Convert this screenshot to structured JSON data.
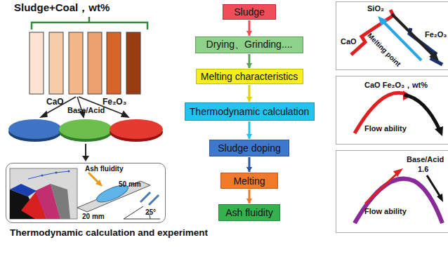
{
  "diagram": {
    "title": "Sludge+Coal，wt%",
    "caption": "Thermodynamic calculation and experiment",
    "nodes": [
      {
        "text": [
          "Sludge"
        ]
      },
      {
        "text": [
          "Drying、Grinding...."
        ]
      },
      {
        "text": [
          "Melting characteristics"
        ]
      },
      {
        "text": [
          "Thermodynamic calculation"
        ]
      },
      {
        "text": [
          "Sludge doping"
        ]
      },
      {
        "text": [
          "Melting"
        ]
      },
      {
        "text": [
          "Ash fluidity"
        ]
      },
      {
        "text": [
          "SiO₂",
          "CaO",
          "Melting point",
          "Fe₂O₃"
        ]
      },
      {
        "text": [
          "CaO Fe₂O₃，wt%",
          "Flow ability"
        ]
      },
      {
        "text": [
          "Base/Acid",
          "1.6",
          "Flow ability"
        ]
      },
      {
        "text": [
          "Ash fluidity",
          "50 mm",
          "20 mm",
          "25°"
        ]
      }
    ],
    "edges": [
      {
        "from": 0,
        "to": 1,
        "arrow": "to"
      },
      {
        "from": 1,
        "to": 2,
        "arrow": "to"
      },
      {
        "from": 2,
        "to": 3,
        "arrow": "to"
      },
      {
        "from": 3,
        "to": 4,
        "arrow": "to"
      },
      {
        "from": 4,
        "to": 5,
        "arrow": "to"
      },
      {
        "from": 5,
        "to": 6,
        "arrow": "to"
      }
    ],
    "labels": [
      "CaO",
      "Fe₂O₃",
      "Base/Acid"
    ]
  }
}
